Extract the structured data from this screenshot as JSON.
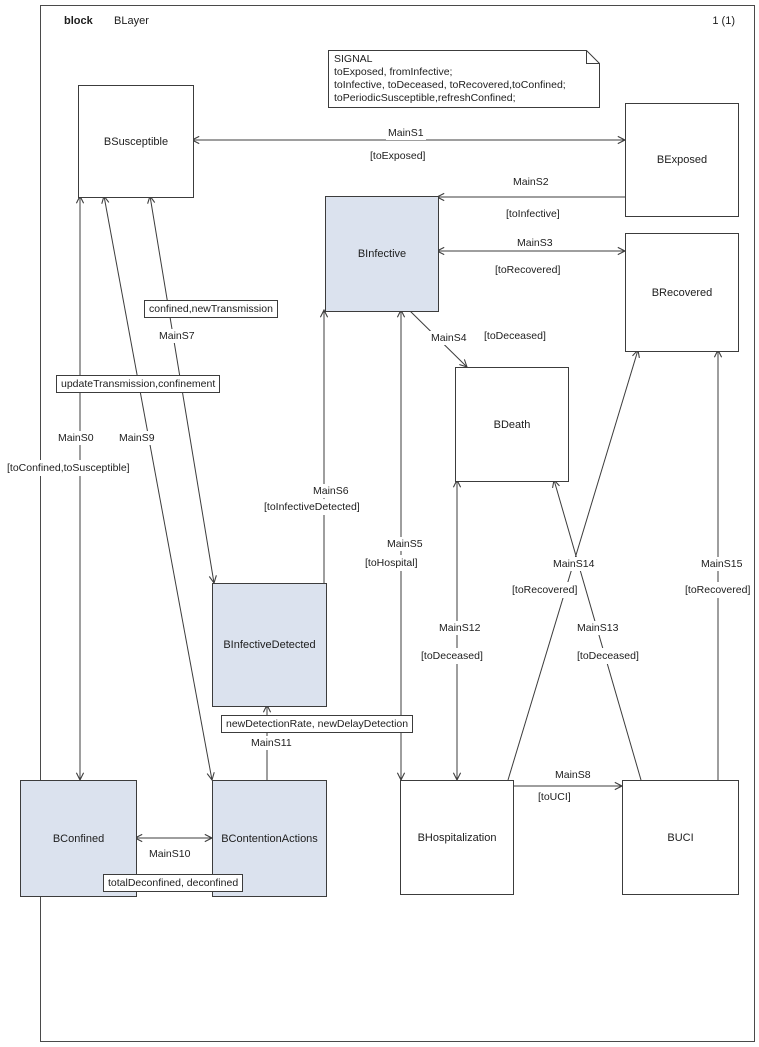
{
  "header": {
    "kind_label": "block",
    "name": "BLayer",
    "page": "1 (1)"
  },
  "signal_note": {
    "lines": [
      "SIGNAL",
      "toExposed, fromInfective;",
      "toInfective, toDeceased, toRecovered,toConfined;",
      "toPeriodicSusceptible,refreshConfined;"
    ]
  },
  "blocks": {
    "bsusceptible": {
      "label": "BSusceptible"
    },
    "bexposed": {
      "label": "BExposed"
    },
    "binfective": {
      "label": "BInfective"
    },
    "brecovered": {
      "label": "BRecovered"
    },
    "bdeath": {
      "label": "BDeath"
    },
    "binfectivedetected": {
      "label": "BInfectiveDetected"
    },
    "bconfined": {
      "label": "BConfined"
    },
    "bcontentionactions": {
      "label": "BContentionActions"
    },
    "bhospitalization": {
      "label": "BHospitalization"
    },
    "buci": {
      "label": "BUCI"
    }
  },
  "channels": {
    "mains0": {
      "name": "MainS0",
      "signals": "[toConfined,toSusceptible]"
    },
    "mains1": {
      "name": "MainS1",
      "signals": "[toExposed]"
    },
    "mains2": {
      "name": "MainS2",
      "signals": "[toInfective]"
    },
    "mains3": {
      "name": "MainS3",
      "signals": "[toRecovered]"
    },
    "mains4": {
      "name": "MainS4",
      "signals": "[toDeceased]"
    },
    "mains5": {
      "name": "MainS5",
      "signals": "[toHospital]"
    },
    "mains6": {
      "name": "MainS6",
      "signals": "[toInfectiveDetected]"
    },
    "mains7": {
      "name": "MainS7",
      "signals": "confined,newTransmission"
    },
    "mains8": {
      "name": "MainS8",
      "signals": "[toUCI]"
    },
    "mains9": {
      "name": "MainS9",
      "signals": "updateTransmission,confinement"
    },
    "mains10": {
      "name": "MainS10",
      "signals": "totalDeconfined, deconfined"
    },
    "mains11": {
      "name": "MainS11",
      "signals": "newDetectionRate, newDelayDetection"
    },
    "mains12": {
      "name": "MainS12",
      "signals": "[toDeceased]"
    },
    "mains13": {
      "name": "MainS13",
      "signals": "[toDeceased]"
    },
    "mains14": {
      "name": "MainS14",
      "signals": "[toRecovered]"
    },
    "mains15": {
      "name": "MainS15",
      "signals": "[toRecovered]"
    }
  },
  "colors": {
    "highlight_fill": "#dbe2ee",
    "default_fill": "#ffffff",
    "line": "#3c3c3c"
  }
}
